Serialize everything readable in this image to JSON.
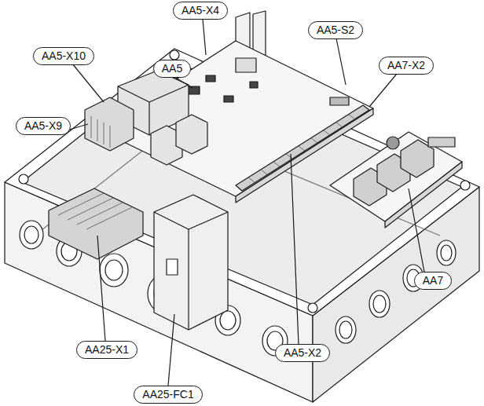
{
  "diagram": {
    "nodes": [
      {
        "text": [
          "AA5-X4"
        ]
      },
      {
        "text": [
          "AA5-S2"
        ]
      },
      {
        "text": [
          "AA5-X10"
        ]
      },
      {
        "text": [
          "AA5"
        ]
      },
      {
        "text": [
          "AA7-X2"
        ]
      },
      {
        "text": [
          "AA5-X9"
        ]
      },
      {
        "text": [
          "AA7"
        ]
      },
      {
        "text": [
          "AA25-X1"
        ]
      },
      {
        "text": [
          "AA5-X2"
        ]
      },
      {
        "text": [
          "AA25-FC1"
        ]
      }
    ]
  }
}
